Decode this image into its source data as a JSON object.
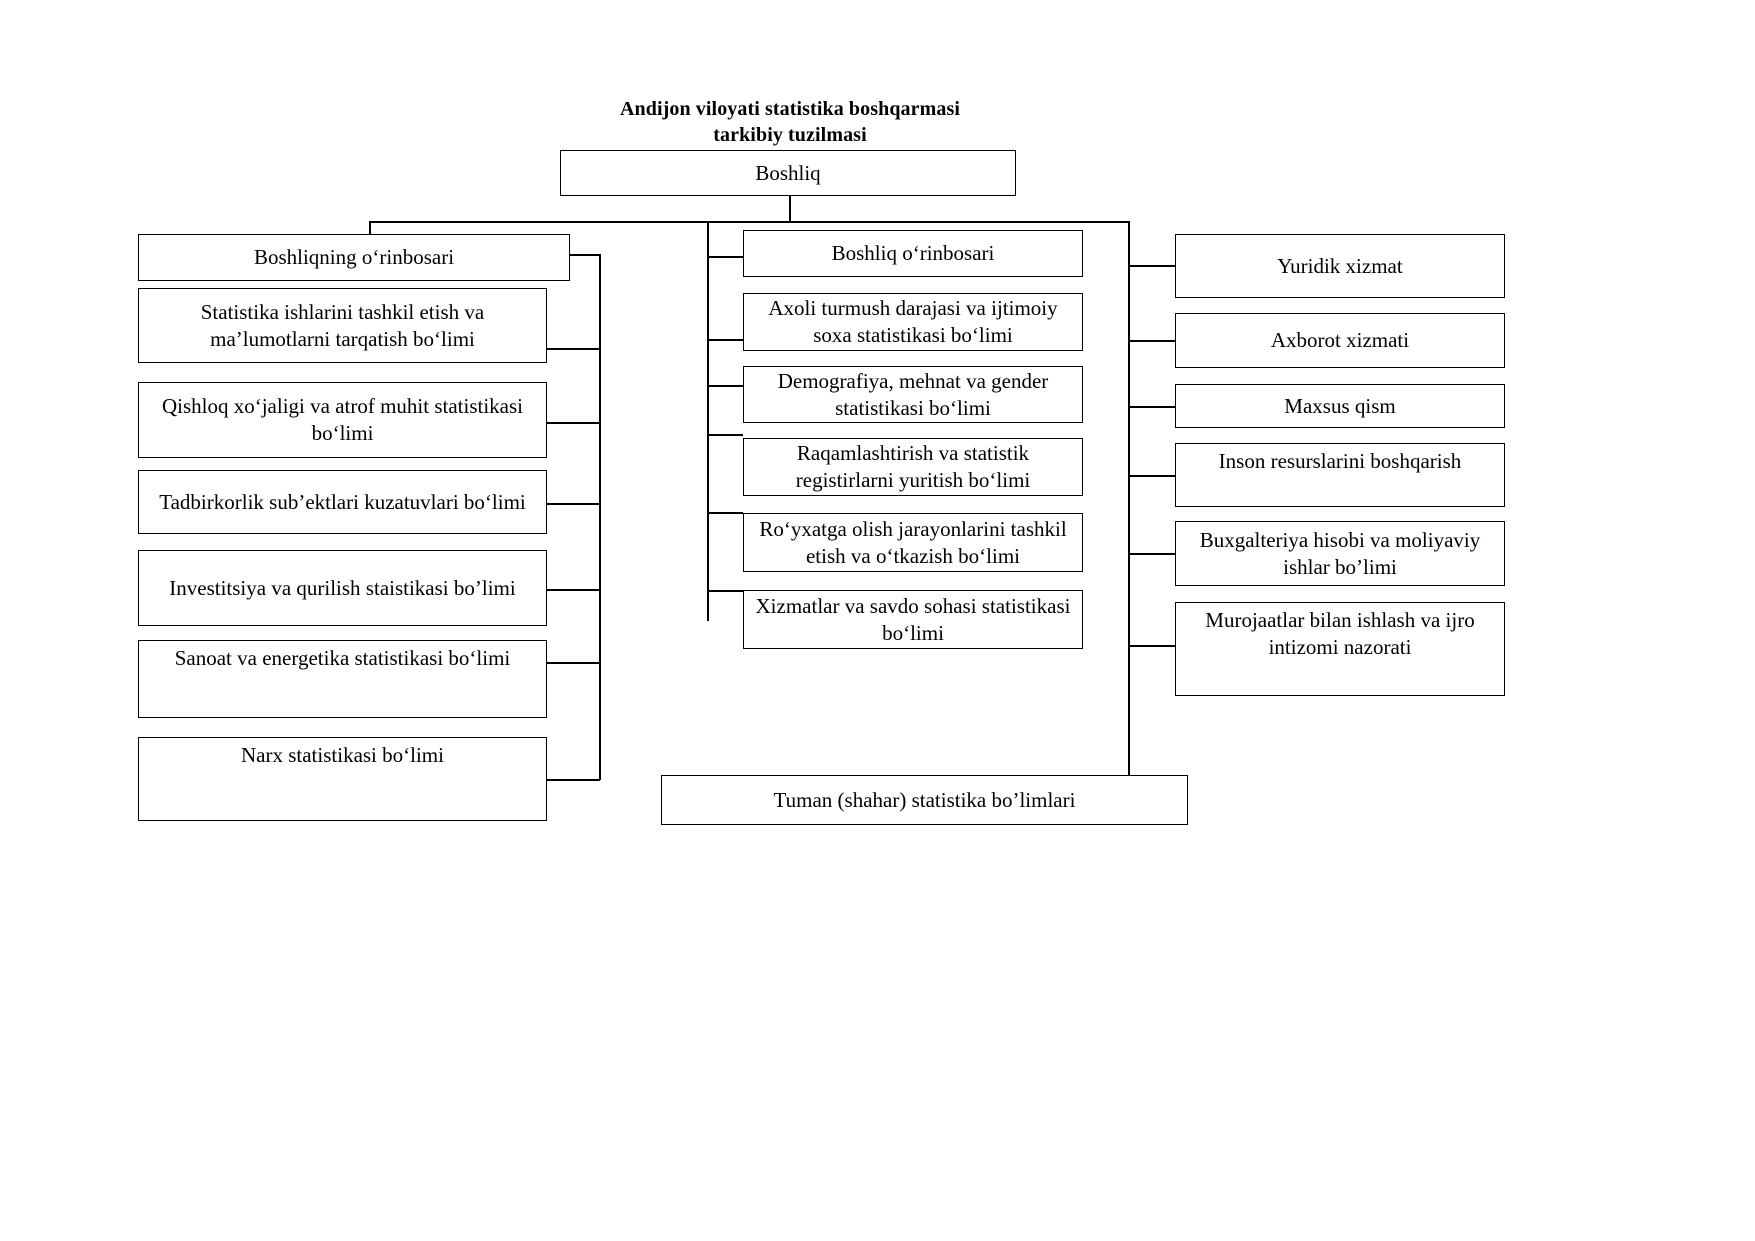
{
  "title": {
    "line1": "Andijon viloyati statistika boshqarmasi",
    "line2": "tarkibiy tuzilmasi"
  },
  "root": {
    "label": "Boshliq"
  },
  "bottom": {
    "label": "Tuman (shahar) statistika bo’limlari"
  },
  "left_column": [
    {
      "label": "Boshliqning o‘rinbosari"
    },
    {
      "label": "Statistika ishlarini  tashkil etish va ma’lumotlarni tarqatish bo‘limi"
    },
    {
      "label": "Qishloq xo‘jaligi va atrof muhit statistikasi bo‘limi"
    },
    {
      "label": "Tadbirkorlik sub’ektlari kuzatuvlari bo‘limi"
    },
    {
      "label": "Investitsiya va qurilish staistikasi bo’limi"
    },
    {
      "label": "Sanoat va energetika statistikasi bo‘limi"
    },
    {
      "label": "Narx statistikasi bo‘limi"
    }
  ],
  "middle_column": [
    {
      "label": "Boshliq o‘rinbosari"
    },
    {
      "label": "Axoli turmush darajasi va ijtimoiy soxa statistikasi bo‘limi"
    },
    {
      "label": "Demografiya, mehnat va gender statistikasi bo‘limi"
    },
    {
      "label": "Raqamlashtirish va statistik registirlarni yuritish bo‘limi"
    },
    {
      "label": "Ro‘yxatga olish jarayonlarini tashkil etish va o‘tkazish bo‘limi"
    },
    {
      "label": "Xizmatlar va savdo sohasi statistikasi bo‘limi"
    }
  ],
  "right_column": [
    {
      "label": "Yuridik xizmat"
    },
    {
      "label": "Axborot xizmati"
    },
    {
      "label": "Maxsus qism"
    },
    {
      "label": "Inson resurslarini boshqarish"
    },
    {
      "label": "Buxgalteriya hisobi va moliyaviy ishlar bo’limi"
    },
    {
      "label": "Murojaatlar bilan ishlash va ijro intizomi nazorati"
    }
  ],
  "colors": {
    "line": "#000000",
    "background": "#ffffff",
    "text": "#000000"
  }
}
